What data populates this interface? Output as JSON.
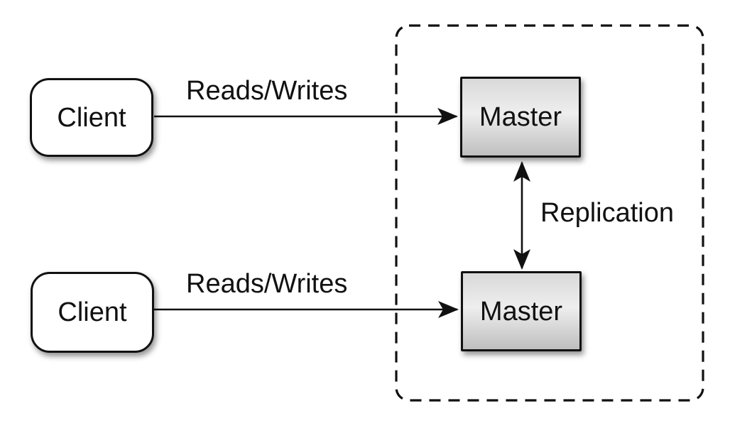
{
  "colors": {
    "background": "#ffffff",
    "stroke": "#111111",
    "client_fill": "#ffffff",
    "master_fill_top": "#d9d9d9",
    "master_fill_mid": "#eeeeee",
    "master_fill_bottom": "#bfbfbf"
  },
  "nodes": {
    "clients": [
      {
        "label": "Client"
      },
      {
        "label": "Client"
      }
    ],
    "masters": [
      {
        "label": "Master"
      },
      {
        "label": "Master"
      }
    ]
  },
  "edges": {
    "reads_writes_top": {
      "label": "Reads/Writes"
    },
    "reads_writes_bottom": {
      "label": "Reads/Writes"
    },
    "replication": {
      "label": "Replication"
    }
  }
}
